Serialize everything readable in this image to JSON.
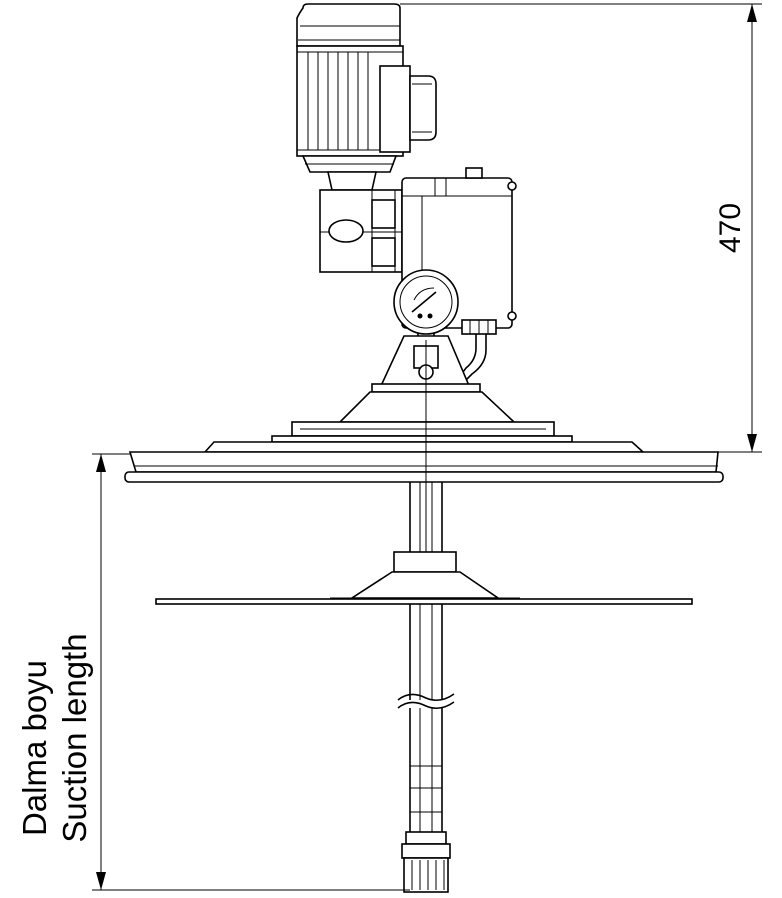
{
  "dimensions": {
    "height_value": "470",
    "suction_label_tr": "Dalma boyu",
    "suction_label_en": "Suction length"
  },
  "colors": {
    "line": "#000000",
    "background": "#ffffff"
  }
}
